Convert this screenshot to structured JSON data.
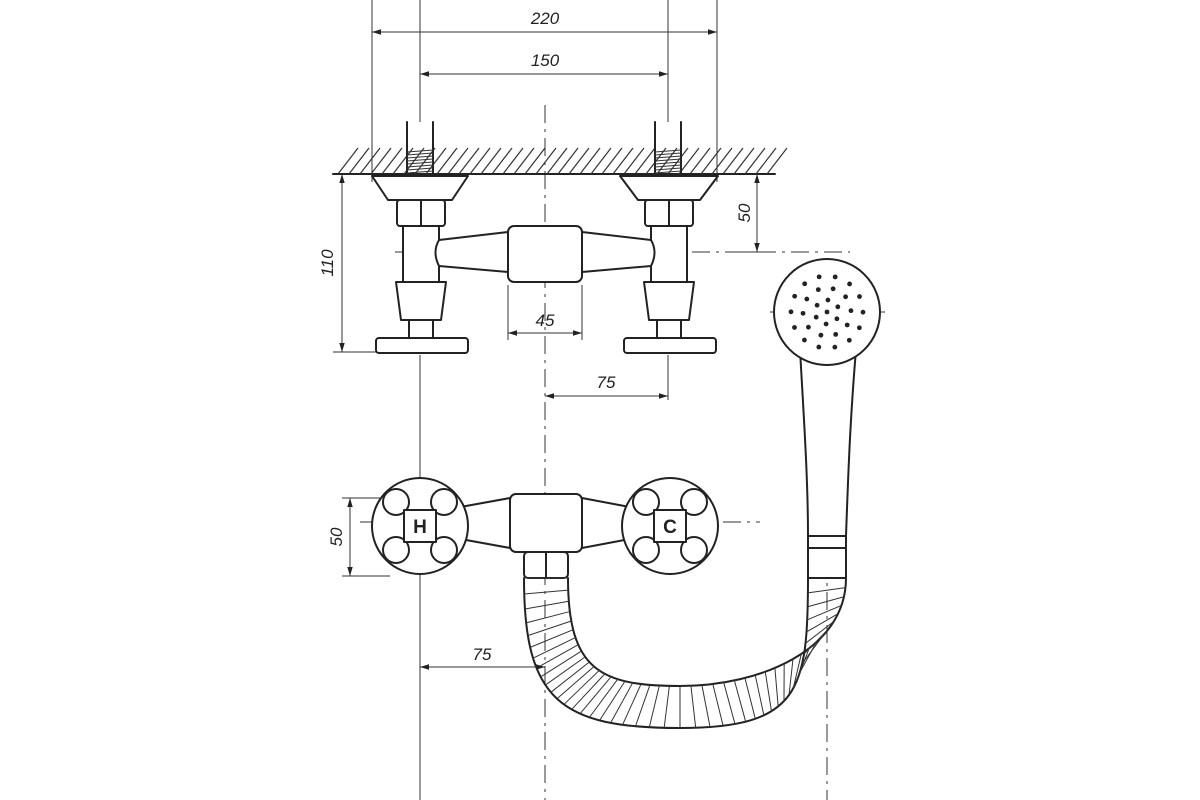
{
  "dimensions": {
    "overall_width": "220",
    "center_distance": "150",
    "wall_to_outlet": "50",
    "total_depth": "110",
    "body_width": "45",
    "offset_top": "75",
    "body_height": "50",
    "offset_bottom": "75"
  },
  "handles": {
    "hot": "H",
    "cold": "C"
  },
  "colors": {
    "line": "#222222",
    "background": "#ffffff"
  }
}
